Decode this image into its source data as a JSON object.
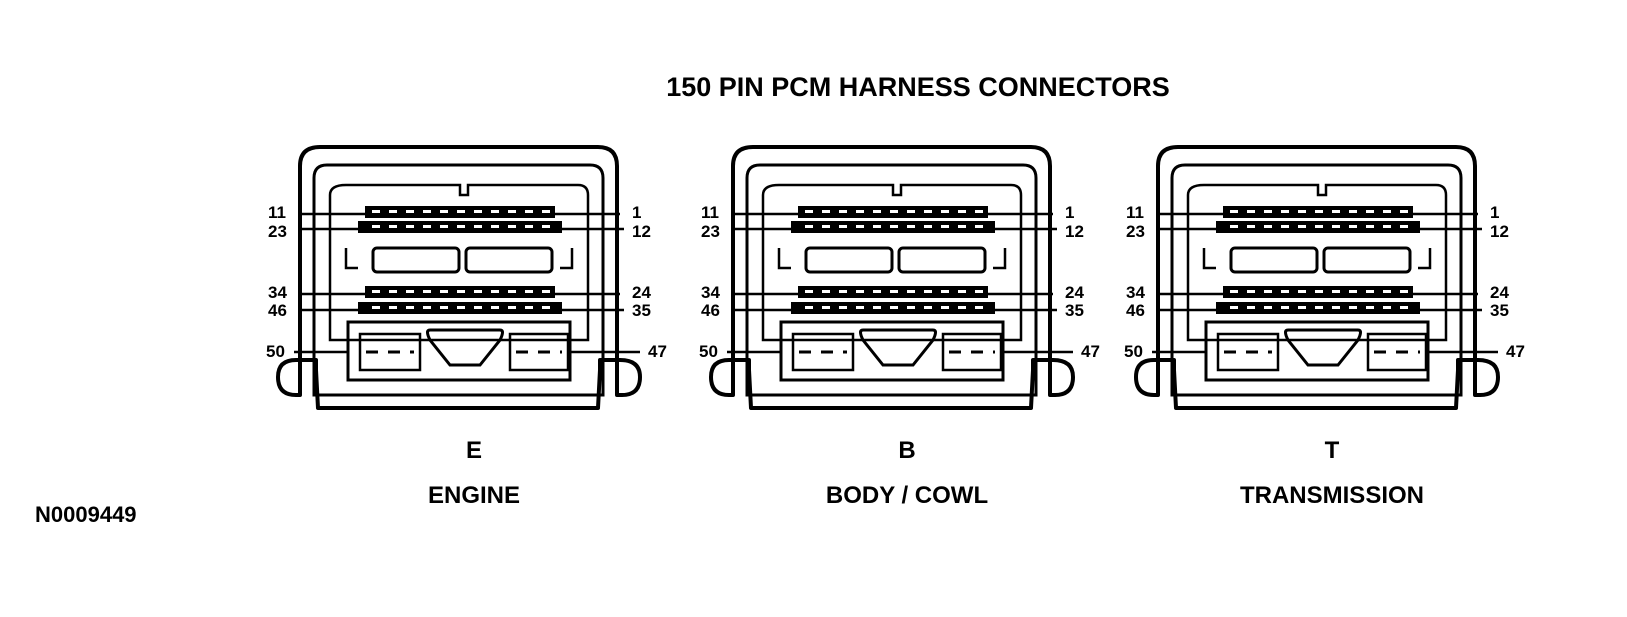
{
  "title": "150 PIN PCM HARNESS CONNECTORS",
  "figure_id": "N0009449",
  "connectors": [
    {
      "letter": "E",
      "name": "ENGINE",
      "pins": {
        "top_left": "11",
        "top_right": "1",
        "row2_left": "23",
        "row2_right": "12",
        "row3_left": "34",
        "row3_right": "24",
        "row4_left": "46",
        "row4_right": "35",
        "bottom_left": "50",
        "bottom_right": "47"
      }
    },
    {
      "letter": "B",
      "name": "BODY / COWL",
      "pins": {
        "top_left": "11",
        "top_right": "1",
        "row2_left": "23",
        "row2_right": "12",
        "row3_left": "34",
        "row3_right": "24",
        "row4_left": "46",
        "row4_right": "35",
        "bottom_left": "50",
        "bottom_right": "47"
      }
    },
    {
      "letter": "T",
      "name": "TRANSMISSION",
      "pins": {
        "top_left": "11",
        "top_right": "1",
        "row2_left": "23",
        "row2_right": "12",
        "row3_left": "34",
        "row3_right": "24",
        "row4_left": "46",
        "row4_right": "35",
        "bottom_left": "50",
        "bottom_right": "47"
      }
    }
  ],
  "colors": {
    "ink": "#000000",
    "background": "#ffffff"
  }
}
